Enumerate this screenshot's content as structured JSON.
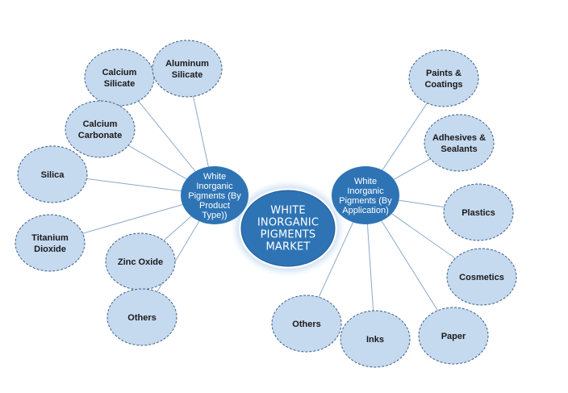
{
  "center": {
    "label_lines": [
      "WHITE",
      "INORGANIC",
      "PIGMENTS",
      "MARKET"
    ]
  },
  "hubs": {
    "product_type": {
      "label_lines": [
        "White",
        "Inorganic",
        "Pigments (By",
        "Product",
        "Type))"
      ]
    },
    "application": {
      "label_lines": [
        "White",
        "Inorganic",
        "Pigments (By",
        "Application)"
      ]
    }
  },
  "product_types": [
    {
      "id": "calcium-silicate",
      "label_lines": [
        "Calcium",
        "Silicate"
      ]
    },
    {
      "id": "aluminum-silicate",
      "label_lines": [
        "Aluminum",
        "Silicate"
      ]
    },
    {
      "id": "calcium-carbonate",
      "label_lines": [
        "Calcium",
        "Carbonate"
      ]
    },
    {
      "id": "silica",
      "label_lines": [
        "Silica"
      ]
    },
    {
      "id": "titanium-dioxide",
      "label_lines": [
        "Titanium",
        "Dioxide"
      ]
    },
    {
      "id": "zinc-oxide",
      "label_lines": [
        "Zinc Oxide"
      ]
    },
    {
      "id": "others",
      "label_lines": [
        "Others"
      ]
    }
  ],
  "applications": [
    {
      "id": "paints-coatings",
      "label_lines": [
        "Paints &",
        "Coatings"
      ]
    },
    {
      "id": "adhesives-sealants",
      "label_lines": [
        "Adhesives &",
        "Sealants"
      ]
    },
    {
      "id": "plastics",
      "label_lines": [
        "Plastics"
      ]
    },
    {
      "id": "cosmetics",
      "label_lines": [
        "Cosmetics"
      ]
    },
    {
      "id": "paper",
      "label_lines": [
        "Paper"
      ]
    },
    {
      "id": "inks",
      "label_lines": [
        "Inks"
      ]
    },
    {
      "id": "others",
      "label_lines": [
        "Others"
      ]
    }
  ],
  "colors": {
    "leaf_fill": "#c5d9ef",
    "leaf_stroke": "#3d5f86",
    "hub_fill": "#2e74b5",
    "center_fill": "#2e74b5",
    "center_ring": "#dce9f7",
    "connector": "#8aa9ca"
  }
}
